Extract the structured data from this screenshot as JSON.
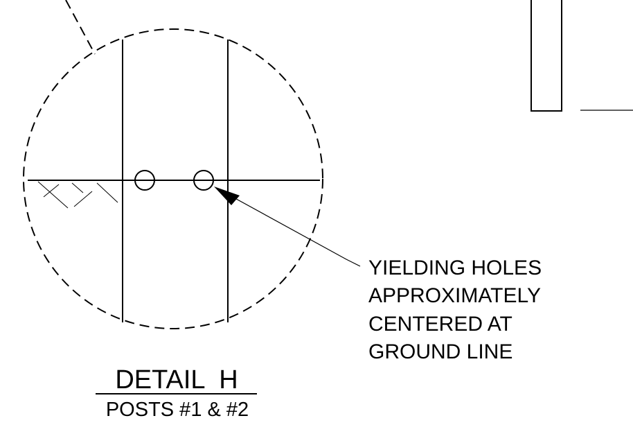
{
  "detail": {
    "title": "DETAIL  H",
    "subtitle": "POSTS #1 & #2"
  },
  "callout": {
    "lines": [
      "YIELDING HOLES",
      "APPROXIMATELY",
      "CENTERED AT",
      "GROUND LINE"
    ]
  },
  "colors": {
    "line": "#000000",
    "background": "#ffffff"
  }
}
